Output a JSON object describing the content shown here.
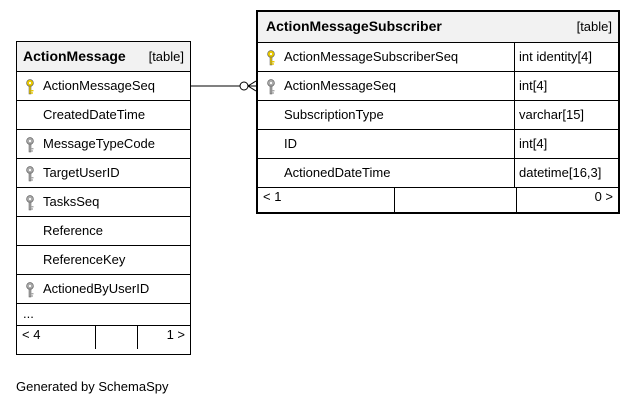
{
  "tables": {
    "action_message": {
      "name": "ActionMessage",
      "kind": "[table]",
      "columns": [
        {
          "name": "ActionMessageSeq",
          "key": "primary"
        },
        {
          "name": "CreatedDateTime",
          "key": "none"
        },
        {
          "name": "MessageTypeCode",
          "key": "foreign"
        },
        {
          "name": "TargetUserID",
          "key": "foreign"
        },
        {
          "name": "TasksSeq",
          "key": "foreign"
        },
        {
          "name": "Reference",
          "key": "none"
        },
        {
          "name": "ReferenceKey",
          "key": "none"
        },
        {
          "name": "ActionedByUserID",
          "key": "foreign"
        }
      ],
      "ellipsis": "...",
      "footer": {
        "parents": "< 4",
        "children": "1 >"
      }
    },
    "action_message_subscriber": {
      "name": "ActionMessageSubscriber",
      "kind": "[table]",
      "columns": [
        {
          "name": "ActionMessageSubscriberSeq",
          "type": "int identity[4]",
          "key": "primary"
        },
        {
          "name": "ActionMessageSeq",
          "type": "int[4]",
          "key": "foreign"
        },
        {
          "name": "SubscriptionType",
          "type": "varchar[15]",
          "key": "none"
        },
        {
          "name": "ID",
          "type": "int[4]",
          "key": "none"
        },
        {
          "name": "ActionedDateTime",
          "type": "datetime[16,3]",
          "key": "none"
        }
      ],
      "footer": {
        "parents": "< 1",
        "children": "0 >"
      }
    }
  },
  "colors": {
    "primary_key": "#e8c800",
    "foreign_key": "#a8a8a8",
    "header_bg": "#f2f2f2"
  },
  "generated_by": "Generated by SchemaSpy"
}
